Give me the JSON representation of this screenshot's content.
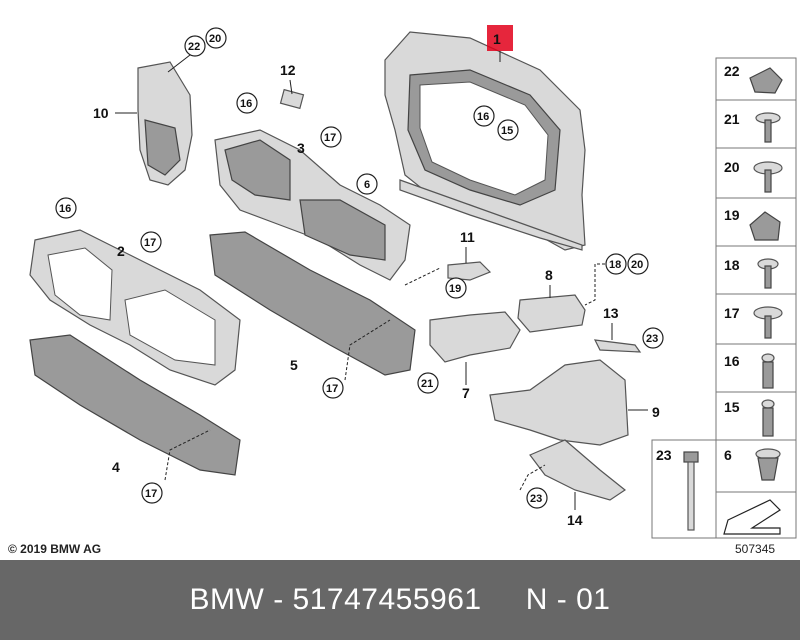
{
  "diagram": {
    "callouts": [
      "1",
      "2",
      "3",
      "4",
      "5",
      "6",
      "7",
      "8",
      "9",
      "10",
      "11",
      "12",
      "13",
      "14"
    ],
    "circled_callouts": [
      "15",
      "16",
      "17",
      "18",
      "19",
      "20",
      "21",
      "22",
      "23"
    ],
    "side_table": [
      "22",
      "21",
      "20",
      "19",
      "18",
      "17",
      "16",
      "15",
      "6",
      "23"
    ]
  },
  "copyright": "© 2019 BMW AG",
  "reference_number": "507345",
  "footer": {
    "brand": "BMW",
    "separator": " - ",
    "part_number": "51747455961",
    "variant": "N - 01"
  }
}
